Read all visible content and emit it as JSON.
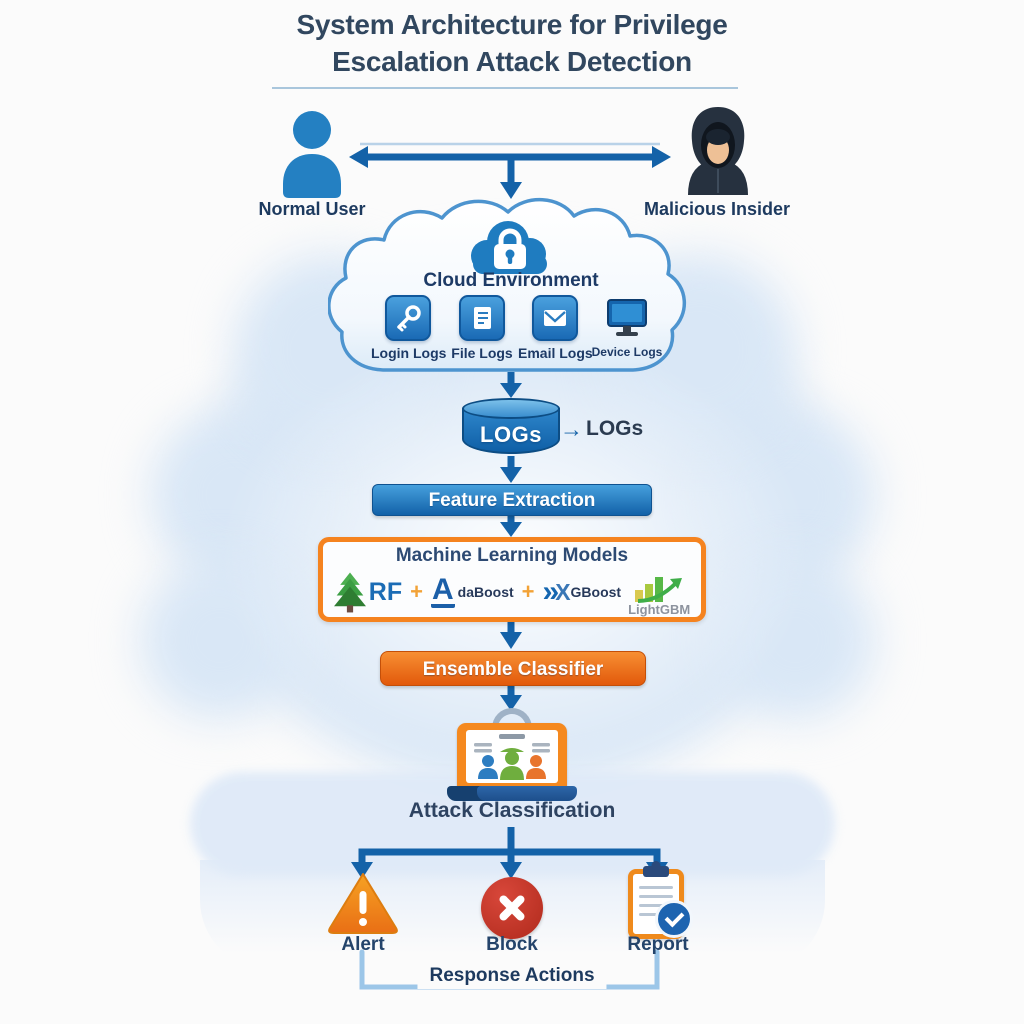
{
  "title": {
    "line1": "System Architecture for Privilege",
    "line2": "Escalation Attack Detection"
  },
  "actors": {
    "normal_user": {
      "label": "Normal User",
      "icon": "person-icon"
    },
    "malicious_insider": {
      "label": "Malicious Insider",
      "icon": "hooded-hacker-icon"
    }
  },
  "cloud": {
    "label": "Cloud Environment",
    "icon": "cloud-lock-icon",
    "log_sources": [
      {
        "label": "Login Logs",
        "icon": "key-icon"
      },
      {
        "label": "File Logs",
        "icon": "file-icon"
      },
      {
        "label": "Email Logs",
        "icon": "email-icon"
      },
      {
        "label": "Device Logs",
        "icon": "monitor-icon"
      }
    ]
  },
  "logs_db": {
    "label": "LOGs",
    "side_arrow": "→",
    "side_label": "LOGs",
    "icon": "database-cylinder-icon"
  },
  "feature_extraction": {
    "label": "Feature Extraction"
  },
  "ml_models": {
    "title": "Machine Learning Models",
    "separator": "+",
    "models": [
      {
        "name": "RF",
        "icon": "tree-icon"
      },
      {
        "prefix": "A",
        "name": "daBoost",
        "icon": "adaboost-logo"
      },
      {
        "chevrons": "»",
        "x": "X",
        "name": "GBoost",
        "icon": "xgboost-logo"
      },
      {
        "name": "LightGBM",
        "icon": "bar-chart-arrow-icon"
      }
    ]
  },
  "ensemble": {
    "label": "Ensemble Classifier"
  },
  "attack_classification": {
    "label": "Attack Classification",
    "icon": "laptop-users-icon"
  },
  "response_actions": {
    "label": "Response Actions",
    "items": [
      {
        "label": "Alert",
        "icon": "warning-triangle-icon"
      },
      {
        "label": "Block",
        "icon": "block-x-icon"
      },
      {
        "label": "Report",
        "icon": "report-check-icon"
      }
    ]
  },
  "colors": {
    "arrow_blue": "#1462a8",
    "banner_blue": "#1b74c0",
    "banner_orange": "#ee7118",
    "ml_border_orange": "#f5831f",
    "alert_orange": "#f0891c",
    "block_red": "#c0392b",
    "report_blue": "#1d64b0",
    "background_cloud": "#dce9f7",
    "title_text": "#31475f"
  }
}
